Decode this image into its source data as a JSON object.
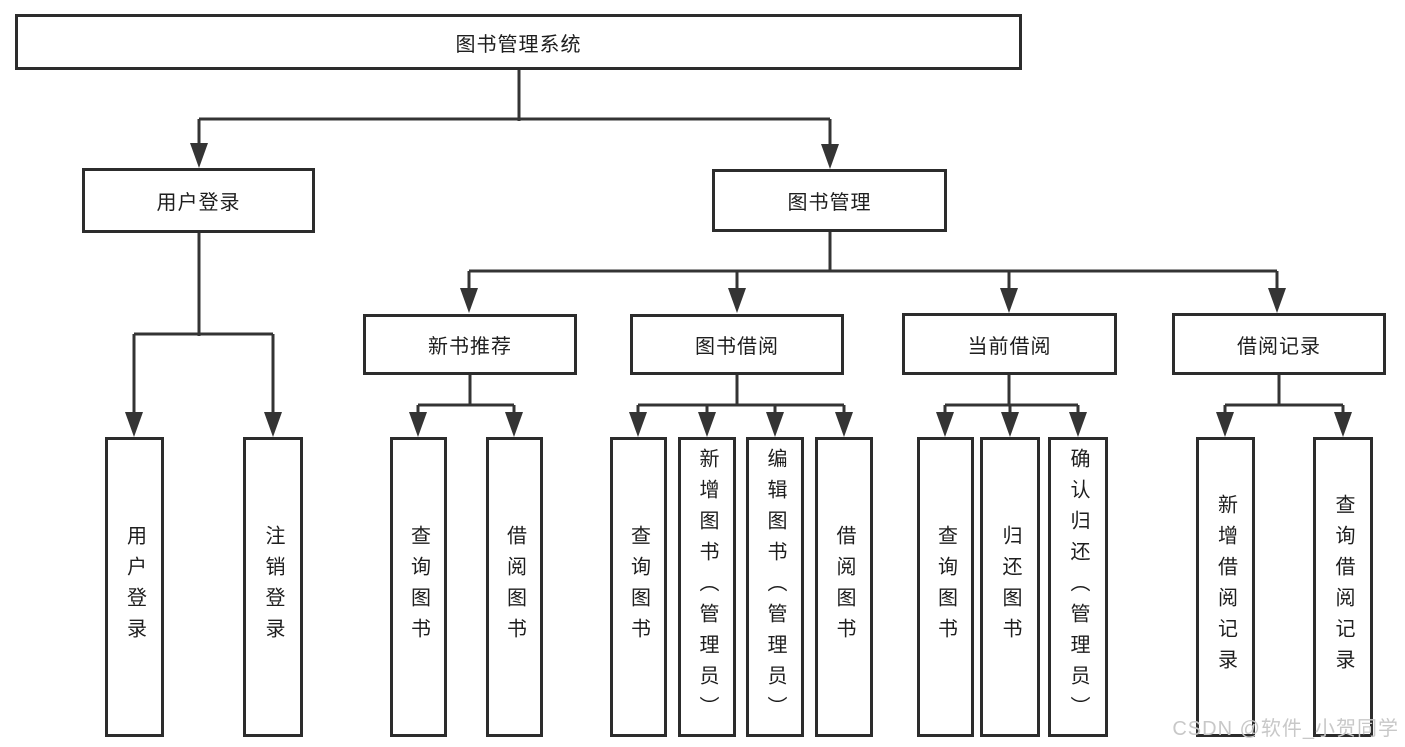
{
  "colors": {
    "background": "#ffffff",
    "line": "#343434",
    "box_border": "#2c2c2c",
    "text": "#1e1e1e",
    "watermark": "#c8c8c8"
  },
  "tree": {
    "root": {
      "label": "图书管理系统"
    },
    "branches": [
      {
        "label": "用户登录",
        "children": [
          {
            "label": "用户登录"
          },
          {
            "label": "注销登录"
          }
        ]
      },
      {
        "label": "图书管理",
        "groups": [
          {
            "label": "新书推荐",
            "children": [
              {
                "label": "查询图书"
              },
              {
                "label": "借阅图书"
              }
            ]
          },
          {
            "label": "图书借阅",
            "children": [
              {
                "label": "查询图书"
              },
              {
                "label": "新增图书（管理员）"
              },
              {
                "label": "编辑图书（管理员）"
              },
              {
                "label": "借阅图书"
              }
            ]
          },
          {
            "label": "当前借阅",
            "children": [
              {
                "label": "查询图书"
              },
              {
                "label": "归还图书"
              },
              {
                "label": "确认归还（管理员）"
              }
            ]
          },
          {
            "label": "借阅记录",
            "children": [
              {
                "label": "新增借阅记录"
              },
              {
                "label": "查询借阅记录"
              }
            ]
          }
        ]
      }
    ]
  },
  "watermark": {
    "text": "CSDN @软件_小贺同学"
  }
}
